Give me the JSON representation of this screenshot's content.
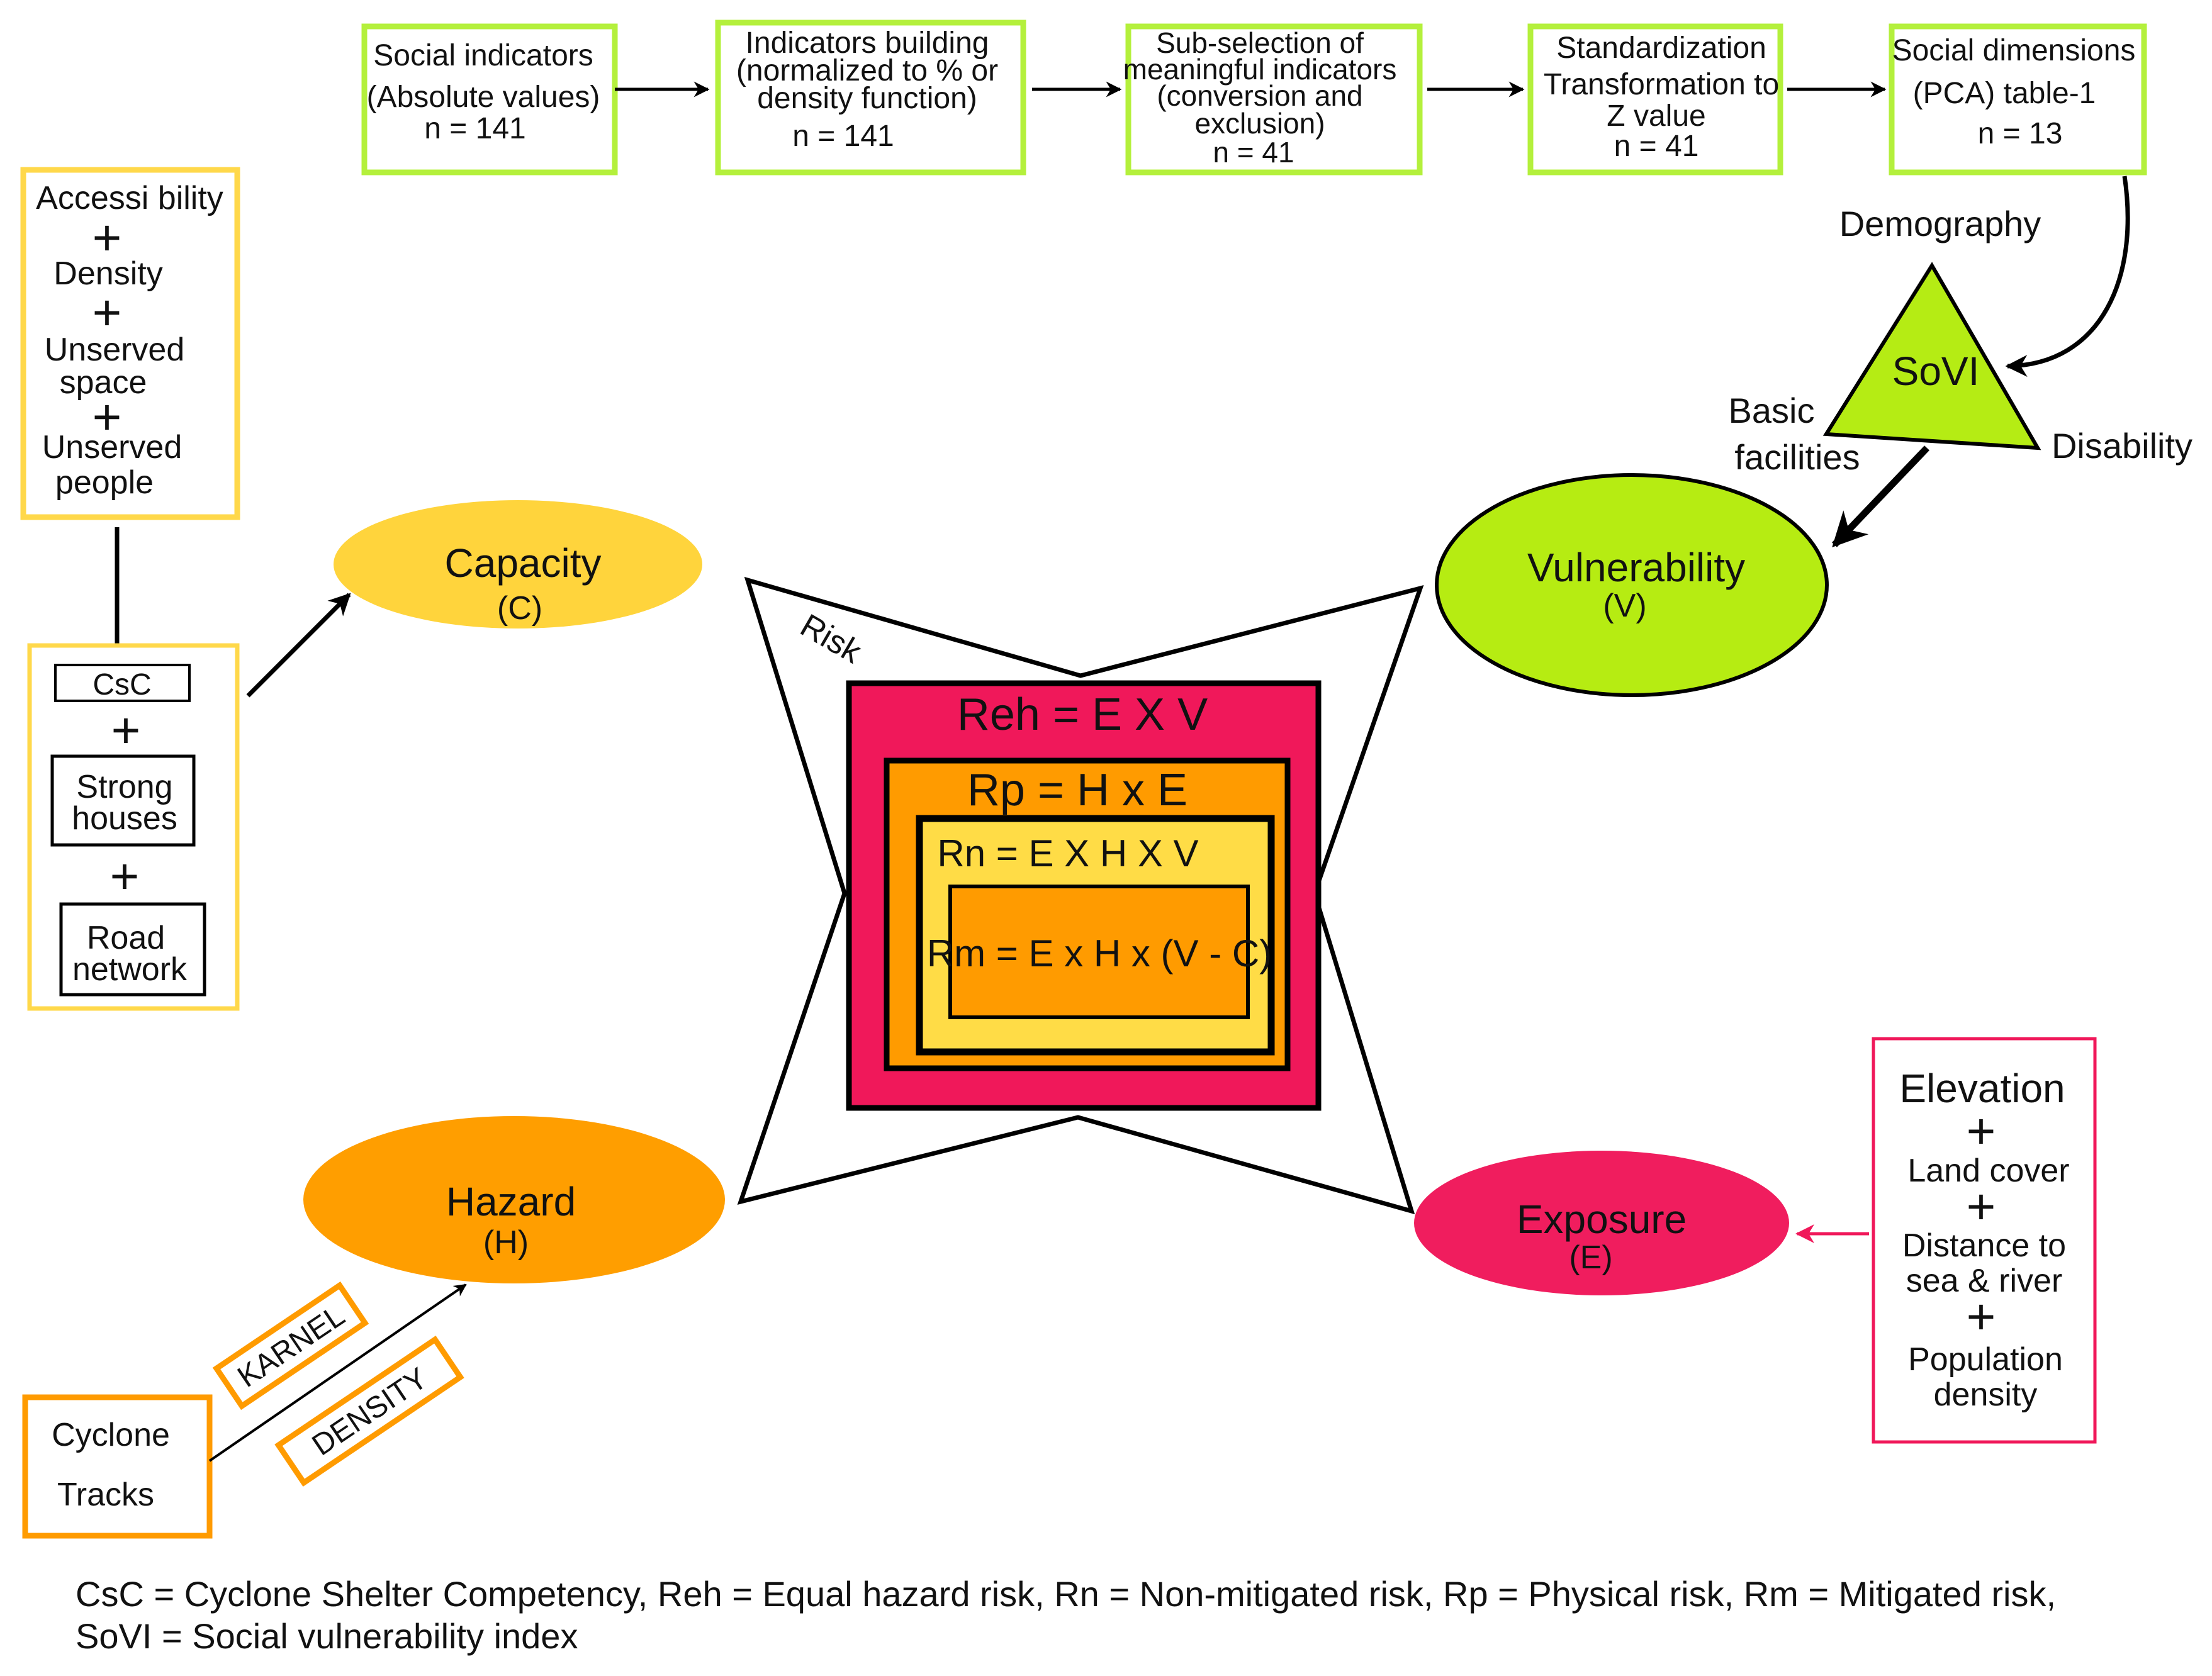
{
  "colors": {
    "green_border": "#b4f03c",
    "yellow_border": "#ffd84a",
    "orange": "#ff9b00",
    "crimson": "#f0185a",
    "lime": "#b5ec14",
    "capacity_fill": "#ffd43c",
    "hazard_fill": "#ff9e00",
    "exposure_fill": "#f01d5e",
    "vulnerability_fill": "#b6ec12",
    "risk_label": "#ff2a1a",
    "inner_yellow": "#ffdc46"
  },
  "pipeline": {
    "box1": {
      "l1": "Social indicators",
      "l2": "(Absolute values)",
      "l3": "n = 141"
    },
    "box2": {
      "l1": "Indicators building",
      "l2": "(normalized to % or",
      "l3": "density function)",
      "l4": "n = 141"
    },
    "box3": {
      "l1": "Sub-selection of",
      "l2": "meaningful indicators",
      "l3": "(conversion and",
      "l4": "exclusion)",
      "l5": "n = 41"
    },
    "box4": {
      "l1": "Standardization",
      "l2": "Transformation to",
      "l3": "Z value",
      "l4": "n = 41"
    },
    "box5": {
      "l1": "Social dimensions",
      "l2": "(PCA) table-1",
      "l3": "n = 13"
    }
  },
  "sovi": {
    "label": "SoVI",
    "top": "Demography",
    "left1": "Basic",
    "left2": "facilities",
    "right": "Disability"
  },
  "capacity_inputs": {
    "l1": "Accessi bility",
    "l2": "Density",
    "l3": "Unserved",
    "l4": "space",
    "l5": "Unserved",
    "l6": "people",
    "plus": "+"
  },
  "csc_box": {
    "csc": "CsC",
    "strong1": "Strong",
    "strong2": "houses",
    "road1": "Road",
    "road2": "network",
    "plus": "+"
  },
  "nodes": {
    "capacity": {
      "name": "Capacity",
      "sym": "(C)"
    },
    "vulnerability": {
      "name": "Vulnerability",
      "sym": "(V)"
    },
    "hazard": {
      "name": "Hazard",
      "sym": "(H)"
    },
    "exposure": {
      "name": "Exposure",
      "sym": "(E)"
    }
  },
  "risk": {
    "label": "Risk",
    "reh": "Reh = E X V",
    "rp": "Rp = H x E",
    "rn": "Rn = E X H X V",
    "rm": "Rm = E x H x (V - C)"
  },
  "exposure_inputs": {
    "l1": "Elevation",
    "l2": "Land  cover",
    "l3": "Distance to",
    "l4": "sea & river",
    "l5": "Population",
    "l6": "density",
    "plus": "+"
  },
  "cyclone": {
    "l1": "Cyclone",
    "l2": "Tracks",
    "karnel": "KARNEL",
    "density": "DENSITY"
  },
  "legend": {
    "line1": "CsC = Cyclone Shelter Competency,  Reh = Equal hazard risk, Rn = Non-mitigated risk, Rp = Physical risk, Rm = Mitigated risk,",
    "line2": "SoVI = Social vulnerability index"
  }
}
